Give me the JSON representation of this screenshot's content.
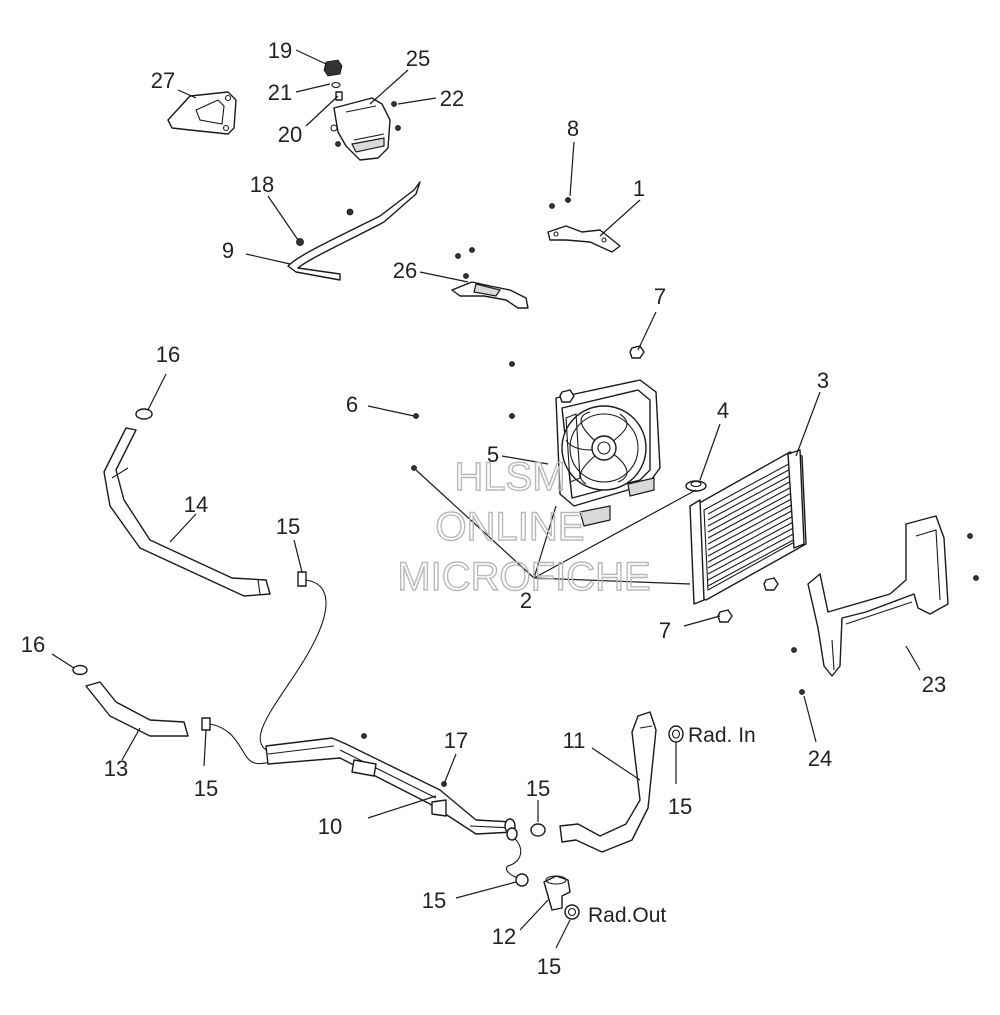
{
  "labels": {
    "l1": "1",
    "l2": "2",
    "l3": "3",
    "l4": "4",
    "l5": "5",
    "l6": "6",
    "l7a": "7",
    "l7b": "7",
    "l8": "8",
    "l9": "9",
    "l10": "10",
    "l11": "11",
    "l12": "12",
    "l13": "13",
    "l14": "14",
    "l15a": "15",
    "l15b": "15",
    "l15c": "15",
    "l15d": "15",
    "l15e": "15",
    "l15f": "15",
    "l16a": "16",
    "l16b": "16",
    "l17": "17",
    "l18": "18",
    "l19": "19",
    "l20": "20",
    "l21": "21",
    "l22": "22",
    "l23": "23",
    "l24": "24",
    "l25": "25",
    "l26": "26",
    "l27": "27"
  },
  "callouts": {
    "rad_in": "Rad. In",
    "rad_out": "Rad.Out"
  },
  "watermark": {
    "line1": "HLSM",
    "line2": "ONLINE",
    "line3": "MICROFICHE"
  },
  "colors": {
    "line": "#1a1a1a",
    "watermark": "#b9b9b9",
    "background": "#ffffff"
  }
}
